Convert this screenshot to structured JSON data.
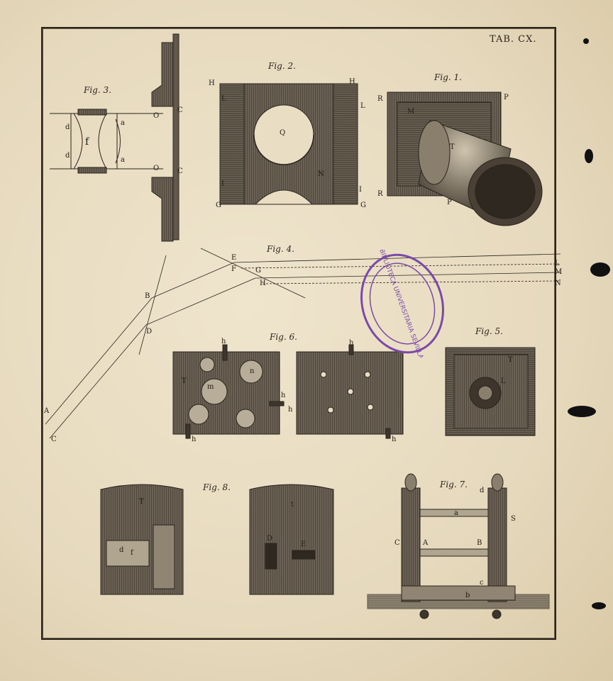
{
  "plate": {
    "title": "TAB. CX."
  },
  "figures": [
    {
      "id": "fig3",
      "caption": "Fig. 3."
    },
    {
      "id": "fig2",
      "caption": "Fig. 2."
    },
    {
      "id": "fig1",
      "caption": "Fig. 1."
    },
    {
      "id": "fig4",
      "caption": "Fig. 4."
    },
    {
      "id": "fig6",
      "caption": "Fig. 6."
    },
    {
      "id": "fig5",
      "caption": "Fig. 5."
    },
    {
      "id": "fig8",
      "caption": "Fig. 8."
    },
    {
      "id": "fig7",
      "caption": "Fig. 7."
    }
  ],
  "labels": {
    "fig3": [
      "d",
      "d",
      "f",
      "a",
      "a",
      "O",
      "O",
      "C",
      "C"
    ],
    "fig2": [
      "H",
      "H",
      "L",
      "L",
      "Q",
      "N",
      "I",
      "I",
      "G",
      "G"
    ],
    "fig1": [
      "R",
      "M",
      "P",
      "T",
      "R",
      "P"
    ],
    "fig4": [
      "E",
      "F",
      "G",
      "H",
      "B",
      "D",
      "A",
      "C",
      "L",
      "M",
      "N"
    ],
    "fig6": [
      "h",
      "T",
      "m",
      "n",
      "h",
      "h",
      "h",
      "h",
      "h"
    ],
    "fig5": [
      "T",
      "L"
    ],
    "fig8": [
      "T",
      "d",
      "f",
      "t",
      "D",
      "E"
    ],
    "fig7": [
      "d",
      "S",
      "a",
      "C",
      "A",
      "B",
      "c",
      "b"
    ]
  },
  "stamp": {
    "text": "BIBLIOTECA UNIVERSITARIA SEVILLA"
  },
  "colors": {
    "ink": "#2a241c",
    "paper": "#e8dcc2",
    "stamp": "#7b4aa8",
    "hatch": "#4a4035"
  }
}
